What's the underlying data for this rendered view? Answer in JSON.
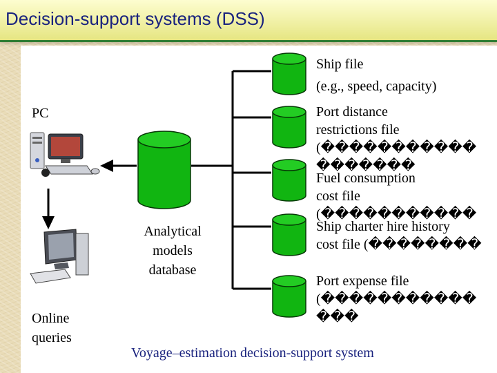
{
  "title": "Decision-support systems (DSS)",
  "labels": {
    "ship_file": "Ship file",
    "ship_file_detail": "(e.g., speed, capacity)",
    "port_distance_1": "Port distance",
    "port_distance_2": "restrictions file",
    "port_distance_3": "(�����������",
    "port_distance_4": "�������",
    "fuel_1": "Fuel consumption",
    "fuel_2": "cost file",
    "fuel_3": "(�����������",
    "charter_1": "Ship charter hire history",
    "charter_2": "cost file (��������",
    "port_expense_1": "Port expense file",
    "port_expense_2": "(�����������",
    "port_expense_3": "���",
    "pc": "PC",
    "analytical_1": "Analytical",
    "analytical_2": "models",
    "analytical_3": "database",
    "online_1": "Online",
    "online_2": "queries",
    "caption": "Voyage–estimation decision-support system"
  },
  "colors": {
    "cylinder_fill": "#11b511",
    "cylinder_top": "#23cc23",
    "cylinder_edge": "#063806",
    "title_text": "#1a237e",
    "caption_text": "#1a237e"
  }
}
